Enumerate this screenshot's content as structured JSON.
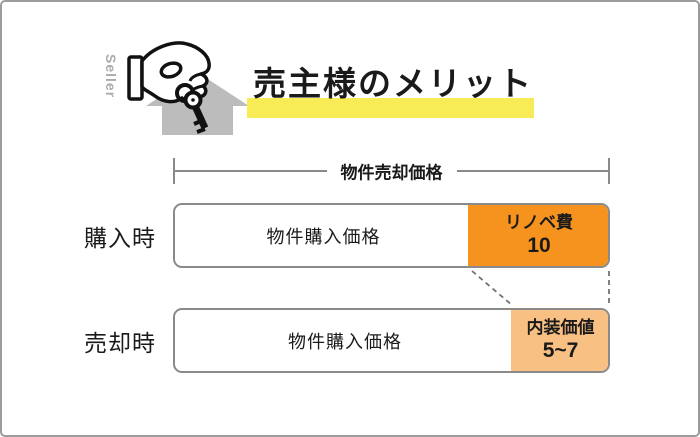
{
  "frame": {
    "border_color": "#9c9c9c",
    "background": "#ffffff"
  },
  "header": {
    "seller_label": "Seller",
    "title": "売主様のメリット",
    "highlight_color": "#f8ec56",
    "house_color": "#bcbcbc"
  },
  "chart_data": {
    "type": "bar",
    "orientation": "horizontal",
    "title": "売主様のメリット",
    "bracket_label": "物件売却価格",
    "rows": [
      {
        "label": "購入時",
        "base_label": "物件購入価格",
        "segment": {
          "label": "リノベ費",
          "value": "10",
          "color": "#f6921e"
        }
      },
      {
        "label": "売却時",
        "base_label": "物件購入価格",
        "segment": {
          "label": "内装価値",
          "value": "5~7",
          "color": "#f9c083"
        }
      }
    ],
    "connector_style": {
      "color": "#737373",
      "dashed": true
    }
  }
}
